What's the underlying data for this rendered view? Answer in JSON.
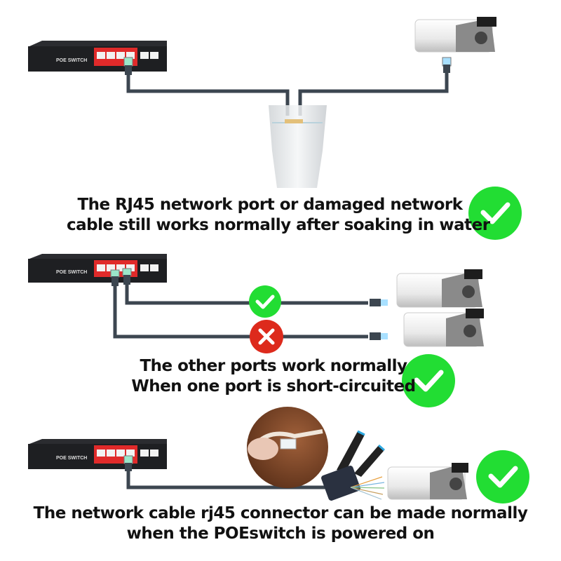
{
  "panels": [
    {
      "id": "water-test",
      "device_label": "POE SWITCH",
      "status": "pass",
      "caption": [
        "The RJ45 network port or damaged network",
        "cable still works normally after soaking in water"
      ]
    },
    {
      "id": "short-circuit-test",
      "device_label": "POE SWITCH",
      "status": "pass",
      "line_status": [
        "pass",
        "fail"
      ],
      "caption": [
        "The other ports work normally",
        "When one port is short-circuited"
      ]
    },
    {
      "id": "hot-crimp-test",
      "device_label": "POE SWITCH",
      "status": "pass",
      "caption": [
        "The network cable rj45 connector can be made normally",
        "when the POEswitch is powered on"
      ]
    }
  ],
  "colors": {
    "pass_green": "#22dd33",
    "fail_red": "#dd2a1c",
    "cable": "#3c4650",
    "switch_body": "#1e1f22",
    "port_panel": "#e02a2a"
  },
  "icons": {
    "pass": "check-circle-icon",
    "fail": "x-circle-icon"
  }
}
